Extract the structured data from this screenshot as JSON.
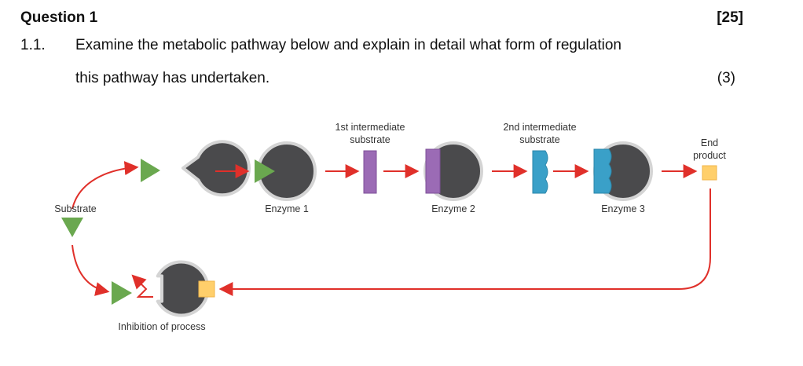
{
  "question": {
    "title": "Question 1",
    "total_marks": "[25]",
    "sub_number": "1.1.",
    "text_line1": "Examine the metabolic pathway below and explain in detail what form of regulation",
    "text_line2": "this pathway has undertaken.",
    "sub_marks": "(3)"
  },
  "diagram": {
    "labels": {
      "substrate": "Substrate",
      "enzyme1": "Enzyme 1",
      "enzyme2": "Enzyme 2",
      "enzyme3": "Enzyme 3",
      "intermediate1_line1": "1st intermediate",
      "intermediate1_line2": "substrate",
      "intermediate2_line1": "2nd intermediate",
      "intermediate2_line2": "substrate",
      "end_product_line1": "End",
      "end_product_line2": "product",
      "inhibition": "Inhibition of process"
    },
    "colors": {
      "enzyme": "#4a4a4c",
      "enzyme_outline": "#d4d4d4",
      "substrate": "#6aa84f",
      "intermediate1": "#9b6bb5",
      "intermediate2": "#3aa0c8",
      "end_product": "#ffcf6b",
      "arrow": "#e0302a"
    }
  }
}
